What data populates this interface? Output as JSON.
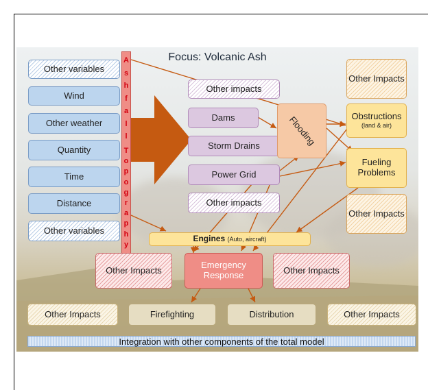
{
  "title": "Focus: Volcanic Ash",
  "ash_letters": [
    "A",
    "s",
    "h",
    "f",
    "a",
    "l",
    "l"
  ],
  "topo_letters": [
    "T",
    "o",
    "p",
    "o",
    "g",
    "r",
    "a",
    "p",
    "h",
    "y"
  ],
  "left_boxes": {
    "other_variables_top": "Other variables",
    "wind": "Wind",
    "other_weather": "Other weather",
    "quantity": "Quantity",
    "time": "Time",
    "distance": "Distance",
    "other_variables_bottom": "Other variables"
  },
  "middle_boxes": {
    "other_impacts_top": "Other impacts",
    "dams": "Dams",
    "storm_drains": "Storm Drains",
    "power_grid": "Power Grid",
    "other_impacts_bottom": "Other impacts"
  },
  "flooding": "Flooding",
  "right_boxes": {
    "other_impacts_top": "Other Impacts",
    "obstructions": "Obstructions",
    "obstructions_sub": "(land & air)",
    "fueling": "Fueling Problems",
    "other_impacts_bottom": "Other Impacts"
  },
  "engines": "Engines",
  "engines_sub": "(Auto, aircraft)",
  "lower_row": {
    "other_impacts_left": "Other Impacts",
    "emergency": "Emergency Response",
    "other_impacts_right": "Other Impacts"
  },
  "bottom_row": {
    "other_impacts_left": "Other Impacts",
    "firefighting": "Firefighting",
    "distribution": "Distribution",
    "other_impacts_right": "Other Impacts"
  },
  "integration": "Integration with other components of the total model",
  "colors": {
    "arrow": "#c55a11",
    "ashfall_text": "#d3000f"
  }
}
